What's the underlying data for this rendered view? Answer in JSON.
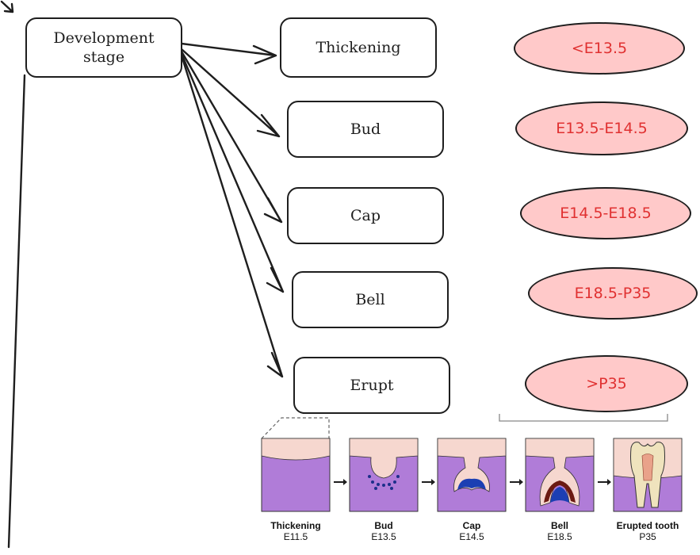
{
  "root": {
    "label_line1": "Development",
    "label_line2": "stage"
  },
  "stages": [
    {
      "stage": "Thickening",
      "range": "<E13.5"
    },
    {
      "stage": "Bud",
      "range": "E13.5-E14.5"
    },
    {
      "stage": "Cap",
      "range": "E14.5-E18.5"
    },
    {
      "stage": "Bell",
      "range": "E18.5-P35"
    },
    {
      "stage": "Erupt",
      "range": ">P35"
    }
  ],
  "figure_panels": [
    {
      "name": "Thickening",
      "time": "E11.5"
    },
    {
      "name": "Bud",
      "time": "E13.5"
    },
    {
      "name": "Cap",
      "time": "E14.5"
    },
    {
      "name": "Bell",
      "time": "E18.5"
    },
    {
      "name": "Erupted tooth",
      "time": "P35"
    }
  ],
  "colors": {
    "oval_fill": "#ffc9c9",
    "oval_text": "#e03131",
    "mesenchyme": "#b07cd8",
    "epithelium": "#f6d7cf",
    "cap_fill": "#1c3fb3",
    "stroke": "#1e1e1e"
  }
}
